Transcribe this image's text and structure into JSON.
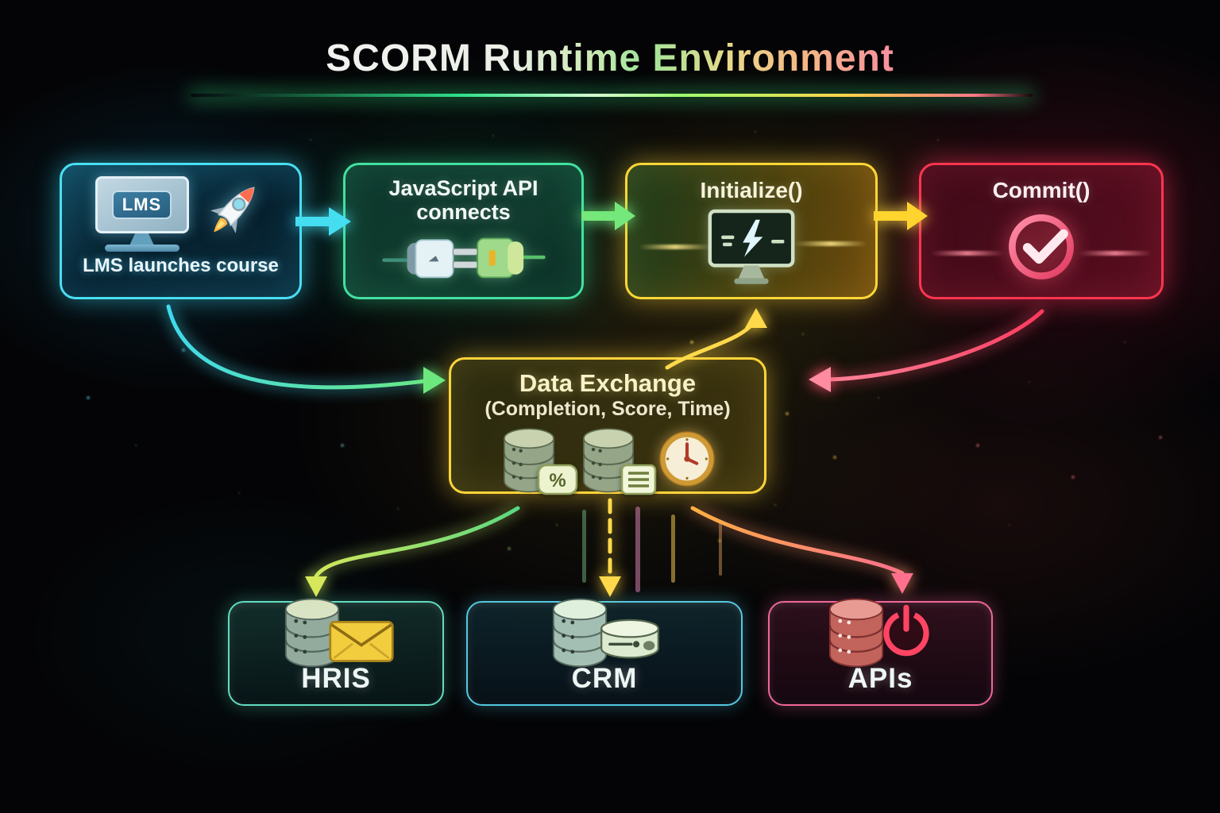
{
  "title": "SCORM Runtime Environment",
  "nodes": {
    "lms": {
      "screen_label": "LMS",
      "caption": "LMS launches course",
      "accent": "#49dff2",
      "icons": [
        "monitor-icon",
        "rocket-icon"
      ]
    },
    "js_api": {
      "label": "JavaScript API connects",
      "accent": "#43e0a0",
      "icons": [
        "plug-icon"
      ]
    },
    "initialize": {
      "label": "Initialize()",
      "accent": "#ffd736",
      "icons": [
        "terminal-monitor-icon"
      ]
    },
    "commit": {
      "label": "Commit()",
      "accent": "#ff3550",
      "icons": [
        "check-circle-icon"
      ]
    }
  },
  "data_exchange": {
    "title": "Data Exchange",
    "subtitle": "(Completion, Score, Time)",
    "accent": "#ffd43a",
    "badge_percent": "%",
    "icons": [
      "database-percent-icon",
      "database-doc-icon",
      "clock-icon"
    ]
  },
  "destinations": [
    {
      "label": "HRIS",
      "accent": "#63dcc0",
      "icons": [
        "database-icon",
        "envelope-icon"
      ]
    },
    {
      "label": "CRM",
      "accent": "#55c8e0",
      "icons": [
        "database-icon",
        "disk-icon"
      ]
    },
    {
      "label": "APIs",
      "accent": "#f0679a",
      "icons": [
        "database-icon",
        "power-icon"
      ]
    }
  ],
  "connections": [
    {
      "from": "lms",
      "to": "js_api",
      "style": "straight",
      "color": "#45ddf0"
    },
    {
      "from": "js_api",
      "to": "initialize",
      "style": "straight",
      "color": "#74e87a"
    },
    {
      "from": "initialize",
      "to": "commit",
      "style": "straight",
      "color": "#ffd42e"
    },
    {
      "from": "lms",
      "to": "data_exchange",
      "style": "curved",
      "color": "#3fd9ef"
    },
    {
      "from": "data_exchange",
      "to": "initialize",
      "style": "curved",
      "color": "#ffd94a"
    },
    {
      "from": "commit",
      "to": "data_exchange",
      "style": "curved",
      "color": "#ff5c7a"
    },
    {
      "from": "data_exchange",
      "to": "HRIS",
      "style": "curved",
      "color": "#8ade6e"
    },
    {
      "from": "data_exchange",
      "to": "CRM",
      "style": "dashed",
      "color": "#ffd94a"
    },
    {
      "from": "data_exchange",
      "to": "APIs",
      "style": "curved",
      "color": "#ff8a6e"
    }
  ],
  "colors": {
    "background": "#040406",
    "title_line": "#2fe08a"
  }
}
